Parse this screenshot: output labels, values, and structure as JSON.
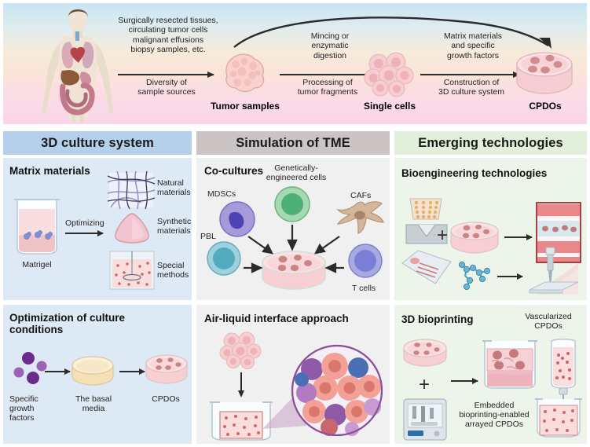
{
  "figure": {
    "title": "CPDO workflow and culture platform schematic"
  },
  "banner": {
    "source_text": "Surgically resected tissues,\ncirculating tumor cells\nmalignant effusions\nbiopsy samples, etc.",
    "arrow1_label": "Diversity of\nsample sources",
    "step2_top": "Mincing or\nenzymatic\ndigestion",
    "arrow2_label": "Processing of\ntumor fragments",
    "step3_top": "Matrix materials\nand specific\ngrowth factors",
    "arrow3_label": "Construction of\n3D culture system",
    "node1": "Tumor samples",
    "node2": "Single cells",
    "node3": "CPDOs",
    "icons": {
      "body": "human-body-icon",
      "tumor": "tumor-mass-icon",
      "cells": "single-cells-icon",
      "dish": "culture-dish-icon",
      "recycle_arrow": "curved-feedback-arrow-icon"
    }
  },
  "columns": [
    {
      "id": "col-3d-culture",
      "header": "3D culture system",
      "color": "#b5d0ea"
    },
    {
      "id": "col-tme",
      "header": "Simulation of  TME",
      "color": "#cac4c4"
    },
    {
      "id": "col-emerging",
      "header": "Emerging technologies",
      "color": "#e2efdb"
    }
  ],
  "panels": {
    "matrix": {
      "title": "Matrix materials",
      "source_label": "Matrigel",
      "arrow_label": "Optimizing",
      "options": [
        "Natural\nmaterials",
        "Synthetic\nmaterials",
        "Special\nmethods"
      ],
      "icons": [
        "beaker-icon",
        "fiber-mesh-icon",
        "hydrogel-blob-icon",
        "special-methods-chamber-icon"
      ]
    },
    "coculture": {
      "title": "Co-cultures",
      "cells": [
        {
          "name": "MDSCs",
          "color": "#9e92d6"
        },
        {
          "name": "Genetically-\nengineered cells",
          "color": "#6fc08b"
        },
        {
          "name": "CAFs",
          "color": "#cdae90"
        },
        {
          "name": "PBL",
          "color": "#6fbccc"
        },
        {
          "name": "T cells",
          "color": "#8b8ed8"
        }
      ],
      "center_label": "organoid-dish-icon"
    },
    "bioengineering": {
      "title": "Bioengineering technologies",
      "icons": [
        "microwell-plate-icon",
        "microfluidic-chip-icon",
        "culture-dish-icon",
        "molecule-icon",
        "pipette-icon",
        "layered-scaffold-icon"
      ]
    },
    "optimization": {
      "title": "Optimization of culture\nconditions",
      "steps": [
        "Specific\ngrowth\nfactors",
        "The basal\nmedia",
        "CPDOs"
      ],
      "icons": [
        "growth-factor-particles-icon",
        "media-dish-icon",
        "organoid-dish-icon"
      ]
    },
    "ali": {
      "title": "Air-liquid interface approach",
      "icons": [
        "cell-cluster-icon",
        "transwell-insert-icon",
        "magnified-cells-icon"
      ]
    },
    "bioprinting": {
      "title": "3D bioprinting",
      "product_label": "Vascularized\nCPDOs",
      "result_label": "Embedded\nbioprinting-enabled\narrayed CPDOs",
      "icons": [
        "organoid-dish-icon",
        "bioprinter-icon",
        "plus-icon",
        "arrow-icon",
        "printed-well-icon",
        "vascular-cartridge-icon"
      ]
    }
  },
  "colors": {
    "panel_blue": "#dde9f4",
    "panel_gray": "#f0f0f0",
    "panel_green": "#edf4ea",
    "header_blue": "#b5d0ea",
    "header_gray": "#cac4c4",
    "header_green": "#e2efdb",
    "tumor_pink": "#f4c4c4",
    "arrow_dark": "#2b2b2b"
  }
}
